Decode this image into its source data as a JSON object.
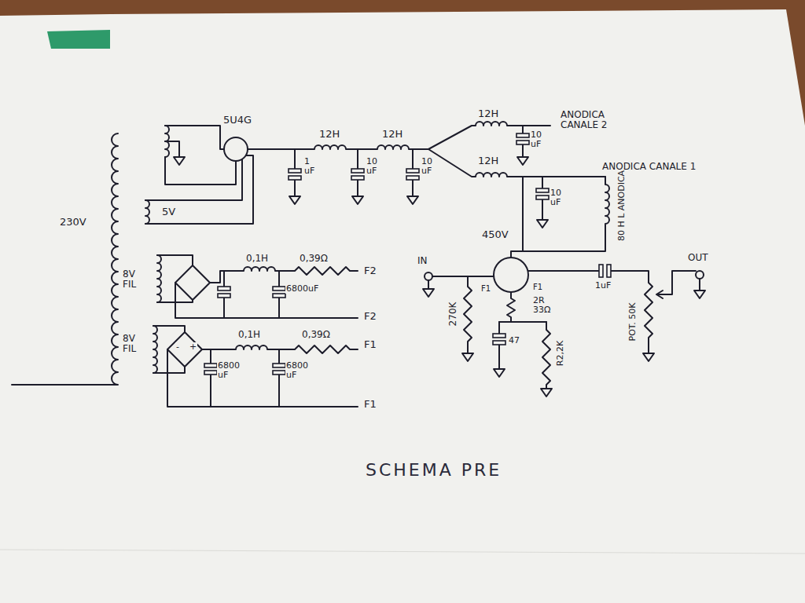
{
  "diagram": {
    "caption": "SCHEMA PRE",
    "labels": [
      "5U4G",
      "12H",
      "12H",
      "12H",
      "ANODICA CANALE 2",
      "1 uF",
      "10 uF",
      "10 uF",
      "10 uF",
      "12H",
      "ANODICA CANALE 1",
      "10 uF",
      "230V",
      "5V",
      "80 H L ANODICA",
      "450V",
      "8V FIL",
      "0,1H",
      "0,39Ω",
      "F2",
      "6800uF",
      "F2",
      "IN",
      "OUT",
      "F1",
      "F1",
      "1uF",
      "270K",
      "2R 33Ω",
      "8V FIL",
      "0,1H",
      "0,39Ω",
      "F1",
      "47",
      "R2,2K",
      "POT. 50K",
      "6800 uF",
      "6800 uF",
      "F1",
      "-",
      "+"
    ]
  }
}
